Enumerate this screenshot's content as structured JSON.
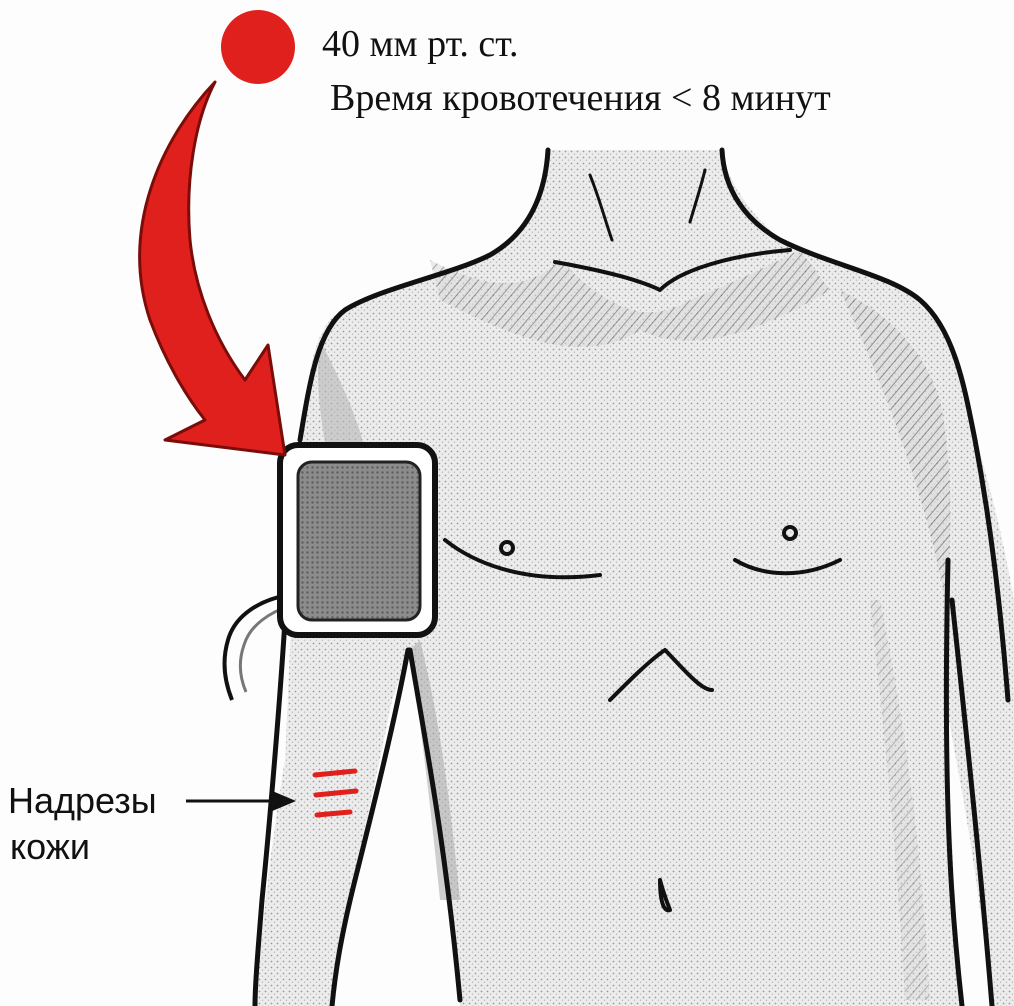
{
  "annotation": {
    "pressure": "40 мм рт. ст.",
    "bleeding_time": "Время кровотечения < 8 минут"
  },
  "callout": {
    "label_line1": "Надрезы",
    "label_line2": "кожи"
  },
  "colors": {
    "accent_red": "#e0201c",
    "ink": "#111111",
    "cuff_fill": "#8a8a8a",
    "shading": "#cfcfcf"
  },
  "icons": {
    "pressure_marker": "red-dot",
    "direction": "curved-arrow"
  }
}
